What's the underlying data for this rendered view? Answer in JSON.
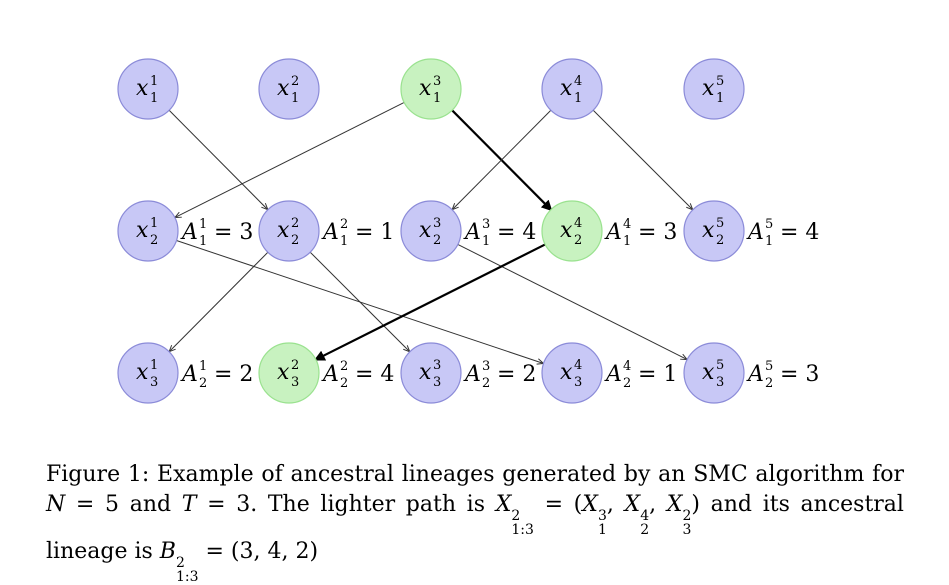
{
  "nodes": [
    {
      "base": "x",
      "sub": "1",
      "sup": "1",
      "highlight": false
    },
    {
      "base": "x",
      "sub": "1",
      "sup": "2",
      "highlight": false
    },
    {
      "base": "x",
      "sub": "1",
      "sup": "3",
      "highlight": true
    },
    {
      "base": "x",
      "sub": "1",
      "sup": "4",
      "highlight": false
    },
    {
      "base": "x",
      "sub": "1",
      "sup": "5",
      "highlight": false
    },
    {
      "base": "x",
      "sub": "2",
      "sup": "1",
      "highlight": false
    },
    {
      "base": "x",
      "sub": "2",
      "sup": "2",
      "highlight": false
    },
    {
      "base": "x",
      "sub": "2",
      "sup": "3",
      "highlight": false
    },
    {
      "base": "x",
      "sub": "2",
      "sup": "4",
      "highlight": true
    },
    {
      "base": "x",
      "sub": "2",
      "sup": "5",
      "highlight": false
    },
    {
      "base": "x",
      "sub": "3",
      "sup": "1",
      "highlight": false
    },
    {
      "base": "x",
      "sub": "3",
      "sup": "2",
      "highlight": true
    },
    {
      "base": "x",
      "sub": "3",
      "sup": "3",
      "highlight": false
    },
    {
      "base": "x",
      "sub": "3",
      "sup": "4",
      "highlight": false
    },
    {
      "base": "x",
      "sub": "3",
      "sup": "5",
      "highlight": false
    }
  ],
  "ancestor_labels": [
    {
      "base": "A",
      "sub": "1",
      "sup": "1",
      "value": "3"
    },
    {
      "base": "A",
      "sub": "1",
      "sup": "2",
      "value": "1"
    },
    {
      "base": "A",
      "sub": "1",
      "sup": "3",
      "value": "4"
    },
    {
      "base": "A",
      "sub": "1",
      "sup": "4",
      "value": "3"
    },
    {
      "base": "A",
      "sub": "1",
      "sup": "5",
      "value": "4"
    },
    {
      "base": "A",
      "sub": "2",
      "sup": "1",
      "value": "2"
    },
    {
      "base": "A",
      "sub": "2",
      "sup": "2",
      "value": "4"
    },
    {
      "base": "A",
      "sub": "2",
      "sup": "3",
      "value": "2"
    },
    {
      "base": "A",
      "sub": "2",
      "sup": "4",
      "value": "1"
    },
    {
      "base": "A",
      "sub": "2",
      "sup": "5",
      "value": "3"
    }
  ],
  "edges": [
    {
      "from": "x_1^1",
      "to": "x_2^2",
      "bold": false
    },
    {
      "from": "x_1^3",
      "to": "x_2^1",
      "bold": false
    },
    {
      "from": "x_1^3",
      "to": "x_2^4",
      "bold": true
    },
    {
      "from": "x_1^4",
      "to": "x_2^3",
      "bold": false
    },
    {
      "from": "x_1^4",
      "to": "x_2^5",
      "bold": false
    },
    {
      "from": "x_2^2",
      "to": "x_3^1",
      "bold": false
    },
    {
      "from": "x_2^2",
      "to": "x_3^3",
      "bold": false
    },
    {
      "from": "x_2^1",
      "to": "x_3^4",
      "bold": false
    },
    {
      "from": "x_2^3",
      "to": "x_3^5",
      "bold": false
    },
    {
      "from": "x_2^4",
      "to": "x_3^2",
      "bold": true
    }
  ],
  "colors": {
    "node_fill": "#c8c8f6",
    "node_stroke": "#8b8bd8",
    "highlight_fill": "#c8f2c0",
    "highlight_stroke": "#9ae28f"
  },
  "caption": {
    "line1": "Figure 1: Example of ancestral lineages generated by an SMC algorithm for",
    "line2_a": "N",
    "line2_b": " = 5 and ",
    "line2_c": "T",
    "line2_d": " = 3.  The lighter path is ",
    "line2_e": "X",
    "line2_e_sup": "2",
    "line2_e_sub": "1:3",
    "line2_f": " = (",
    "line2_g1": "X",
    "line2_g1_sup": "3",
    "line2_g1_sub": "1",
    "line2_g2": "X",
    "line2_g2_sup": "4",
    "line2_g2_sub": "2",
    "line2_g3": "X",
    "line2_g3_sup": "2",
    "line2_g3_sub": "3",
    "line2_h": ") and its ancestral",
    "line3_a": "lineage is ",
    "line3_b": "B",
    "line3_b_sup": "2",
    "line3_b_sub": "1:3",
    "line3_c": " = (3, 4, 2)"
  }
}
